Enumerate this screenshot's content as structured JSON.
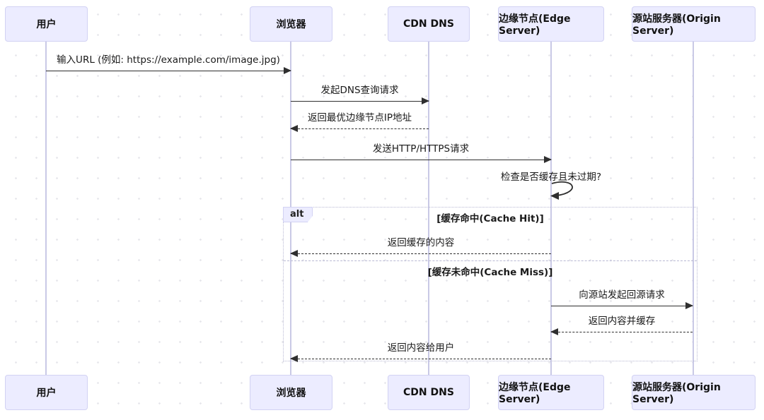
{
  "diagram": {
    "type": "sequence-diagram",
    "topic": "CDN request flow",
    "colors": {
      "actor_fill": "#ececff",
      "actor_border": "#d2d2f3",
      "lifeline": "#c9c9e6",
      "arrow": "#2f2f2f",
      "frame_border": "#b9b9d4",
      "canvas_dot": "#e7e7ec"
    },
    "actors": [
      {
        "id": "user",
        "label": "用户"
      },
      {
        "id": "browser",
        "label": "浏览器"
      },
      {
        "id": "cdn-dns",
        "label": "CDN DNS"
      },
      {
        "id": "edge",
        "label": "边缘节点(Edge Server)"
      },
      {
        "id": "origin",
        "label": "源站服务器(Origin Server)"
      }
    ],
    "messages": [
      {
        "from": "user",
        "to": "browser",
        "style": "solid",
        "text": "输入URL (例如: https://example.com/image.jpg)"
      },
      {
        "from": "browser",
        "to": "cdn-dns",
        "style": "solid",
        "text": "发起DNS查询请求"
      },
      {
        "from": "cdn-dns",
        "to": "browser",
        "style": "dashed",
        "text": "返回最优边缘节点IP地址"
      },
      {
        "from": "browser",
        "to": "edge",
        "style": "solid",
        "text": "发送HTTP/HTTPS请求"
      },
      {
        "from": "edge",
        "to": "edge",
        "style": "self",
        "text": "检查是否缓存且未过期?"
      },
      {
        "from": "edge",
        "to": "browser",
        "style": "dashed",
        "text": "返回缓存的内容"
      },
      {
        "from": "edge",
        "to": "origin",
        "style": "solid",
        "text": "向源站发起回源请求"
      },
      {
        "from": "origin",
        "to": "edge",
        "style": "dashed",
        "text": "返回内容并缓存"
      },
      {
        "from": "edge",
        "to": "browser",
        "style": "dashed",
        "text": "返回内容给用户"
      }
    ],
    "alt_block": {
      "label": "alt",
      "branches": [
        {
          "guard": "[缓存命中(Cache Hit)]"
        },
        {
          "guard": "[缓存未命中(Cache Miss)]"
        }
      ]
    }
  }
}
